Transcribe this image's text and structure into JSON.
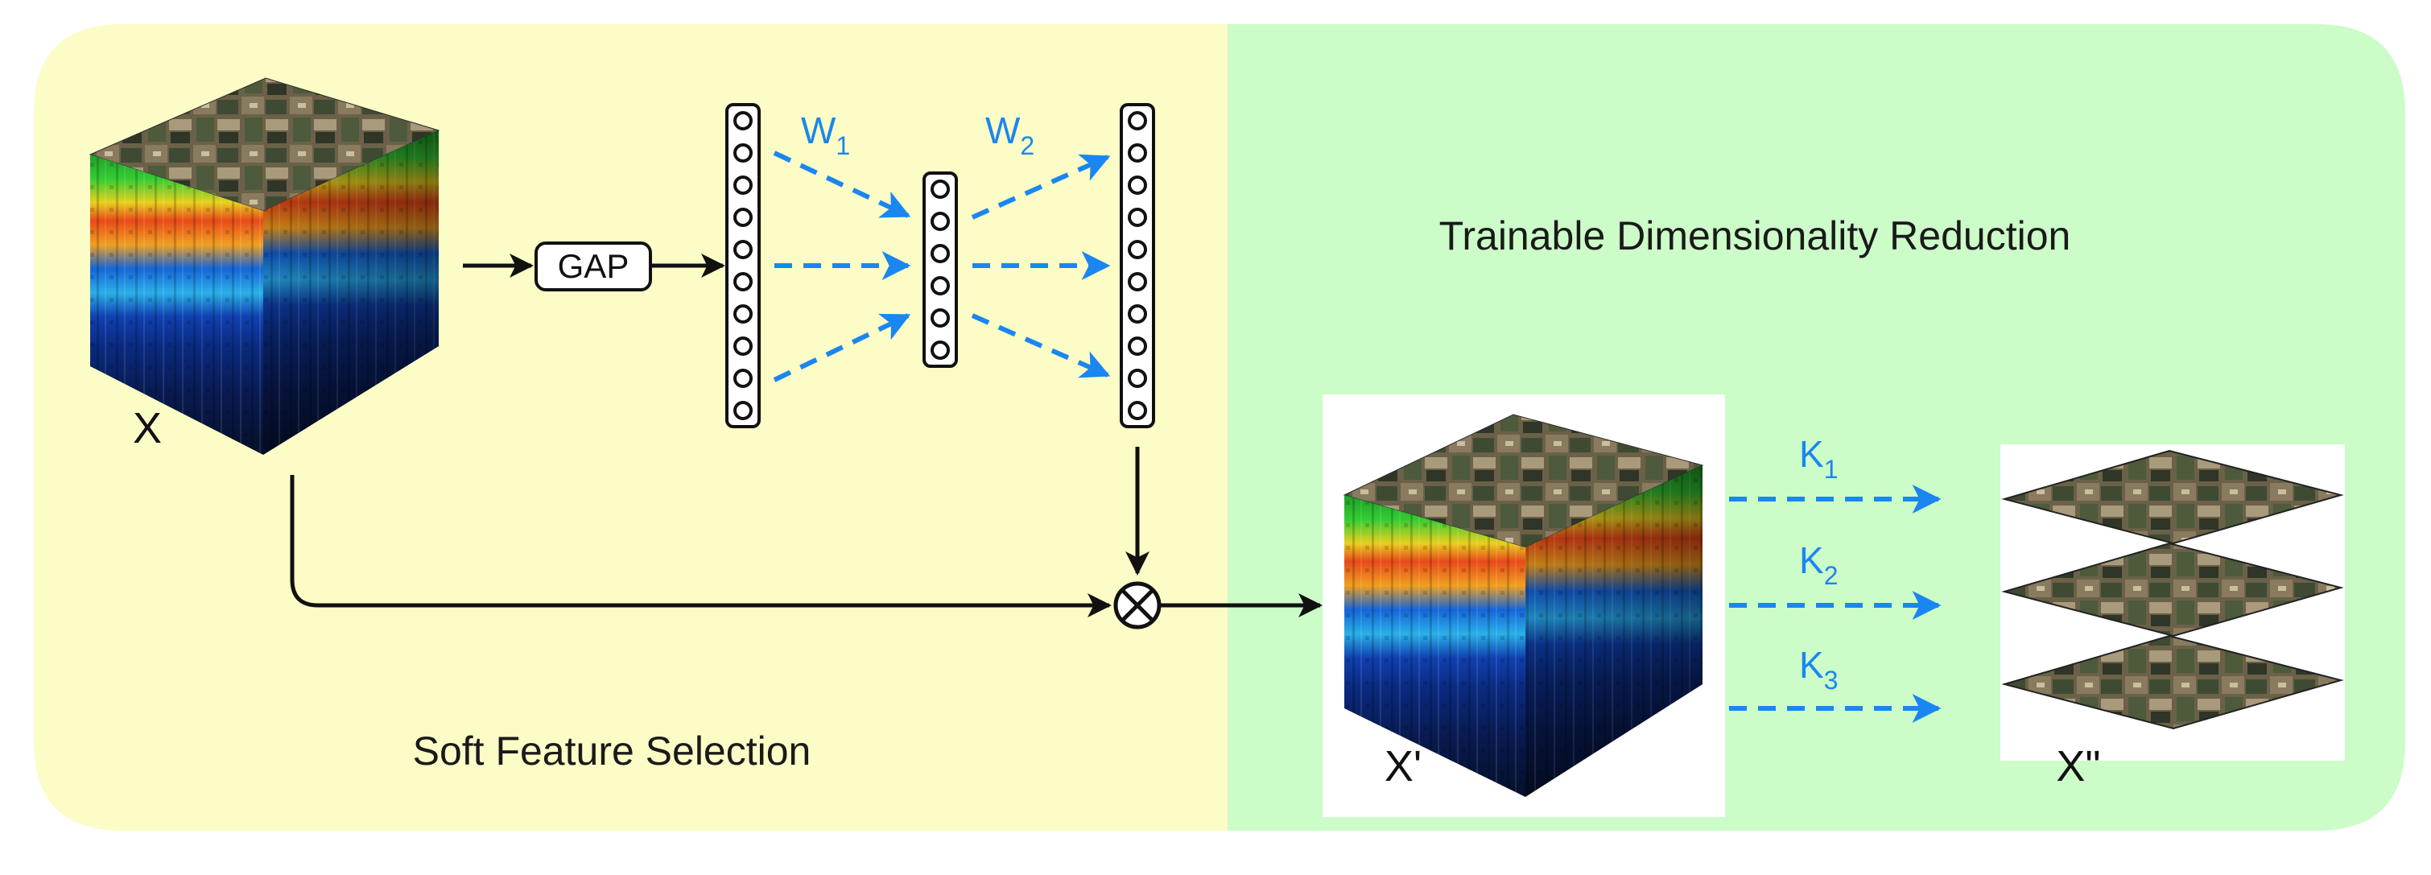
{
  "panels": {
    "left_label": "Soft Feature Selection",
    "right_label": "Trainable Dimensionality Reduction",
    "left_color": "#fcfcc6",
    "right_color": "#ccfcc8"
  },
  "nodes": {
    "input_cube": "X",
    "gap": "GAP",
    "weighted_cube": "X'",
    "output_layers": "X\""
  },
  "weights": {
    "w1": {
      "base": "W",
      "sub": "1"
    },
    "w2": {
      "base": "W",
      "sub": "2"
    }
  },
  "kernels": [
    {
      "base": "K",
      "sub": "1"
    },
    {
      "base": "K",
      "sub": "2"
    },
    {
      "base": "K",
      "sub": "3"
    }
  ],
  "colors": {
    "accent_blue": "#1a86f0",
    "line": "#111111"
  }
}
